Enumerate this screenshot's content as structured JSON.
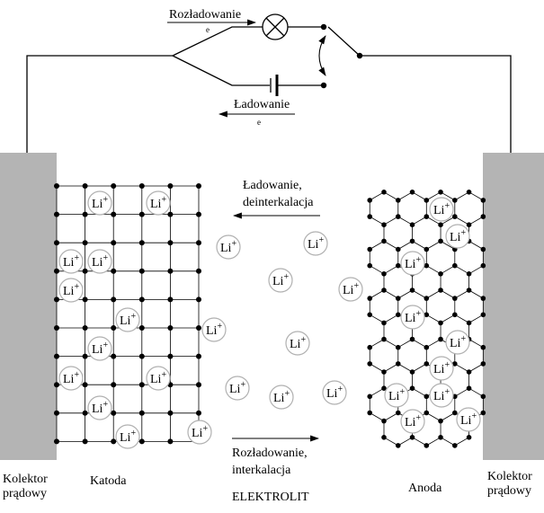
{
  "circuit": {
    "discharge_label": "Rozładowanie",
    "discharge_sub": "e",
    "charge_label": "Ładowanie",
    "charge_sub": "e"
  },
  "electrolyte": {
    "charge_arrow_label_line1": "Ładowanie,",
    "charge_arrow_label_line2": "deinterkalacja",
    "discharge_arrow_label_line1": "Rozładowanie,",
    "discharge_arrow_label_line2": "interkalacja",
    "name": "ELEKTROLIT"
  },
  "labels": {
    "left_collector_line1": "Kolektor",
    "left_collector_line2": "prądowy",
    "right_collector_line1": "Kolektor",
    "right_collector_line2": "prądowy",
    "cathode": "Katoda",
    "anode": "Anoda"
  },
  "ion": {
    "symbol": "Li",
    "charge": "+"
  },
  "colors": {
    "collector": "#b4b4b4",
    "line": "#000000",
    "ion_circle": "#b0b0b0"
  }
}
